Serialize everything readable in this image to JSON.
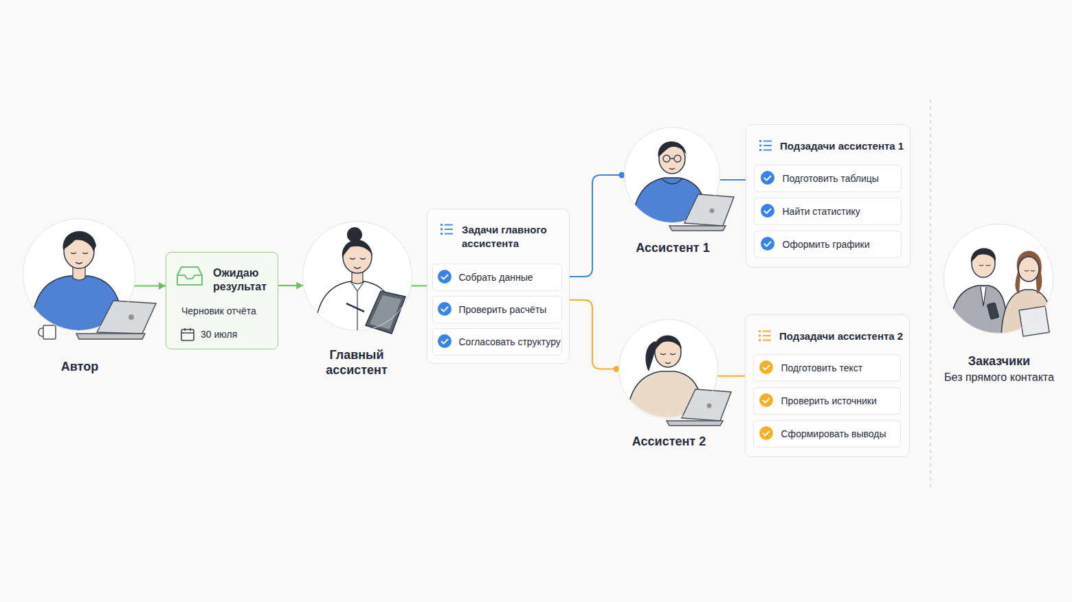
{
  "diagram": {
    "nodes": [
      {
        "text": [
          "Автор"
        ]
      },
      {
        "text": [
          "Ожидаю результат",
          "Черновик отчёта",
          "30 июля"
        ]
      },
      {
        "text": [
          "Главный ассистент"
        ]
      },
      {
        "text": [
          "Задачи главного ассистента"
        ]
      },
      {
        "text": [
          "Собрать данные"
        ],
        "in": 3
      },
      {
        "text": [
          "Проверить расчёты"
        ],
        "in": 3
      },
      {
        "text": [
          "Согласовать структуру"
        ],
        "in": 3
      },
      {
        "text": [
          "Ассистент 1"
        ]
      },
      {
        "text": [
          "Подзадачи ассистента 1"
        ]
      },
      {
        "text": [
          "Подготовить таблицы"
        ],
        "in": 8
      },
      {
        "text": [
          "Найти статистику"
        ],
        "in": 8
      },
      {
        "text": [
          "Оформить графики"
        ],
        "in": 8
      },
      {
        "text": [
          "Ассистент 2"
        ]
      },
      {
        "text": [
          "Подзадачи ассистента 2"
        ]
      },
      {
        "text": [
          "Подготовить текст"
        ],
        "in": 13
      },
      {
        "text": [
          "Проверить источники"
        ],
        "in": 13
      },
      {
        "text": [
          "Сформировать выводы"
        ],
        "in": 13
      },
      {
        "text": [
          "Заказчики",
          "Без прямого контакта"
        ]
      }
    ],
    "edges": [
      {
        "from": 0,
        "to": 1,
        "arrow": "to"
      },
      {
        "from": 1,
        "to": 2,
        "arrow": "to"
      },
      {
        "from": 2,
        "to": 3,
        "arrow": "none"
      },
      {
        "from": 3,
        "to": 7,
        "arrow": "none"
      },
      {
        "from": 3,
        "to": 12,
        "arrow": "none"
      },
      {
        "from": 7,
        "to": 8,
        "arrow": "none"
      },
      {
        "from": 12,
        "to": 13,
        "arrow": "none"
      }
    ]
  }
}
